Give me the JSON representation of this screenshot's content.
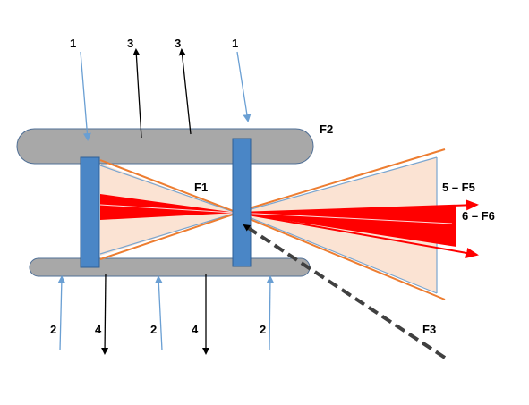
{
  "diagram": {
    "labels": {
      "arrow_1_left": "1",
      "arrow_1_right": "1",
      "arrow_3_left": "3",
      "arrow_3_right": "3",
      "arrow_2_left": "2",
      "arrow_2_mid": "2",
      "arrow_2_right": "2",
      "arrow_4_left": "4",
      "arrow_4_right": "4",
      "f1": "F1",
      "f2": "F2",
      "f3": "F3",
      "f5": "5 – F5",
      "f6": "6 – F6"
    },
    "colors": {
      "plate_gray": "#a8a8a8",
      "plate_stroke": "#4f6f96",
      "block_blue": "#4a86c6",
      "block_stroke": "#2f5f95",
      "cone_fill": "#fbe3d3",
      "cone_edge": "#ed7d31",
      "cone_inner": "#7aa5cf",
      "beam_red": "#ff0000",
      "thin_arrow_blue": "#6a9fd3",
      "thin_arrow_black": "#000000",
      "dashed_line": "#404040"
    }
  }
}
